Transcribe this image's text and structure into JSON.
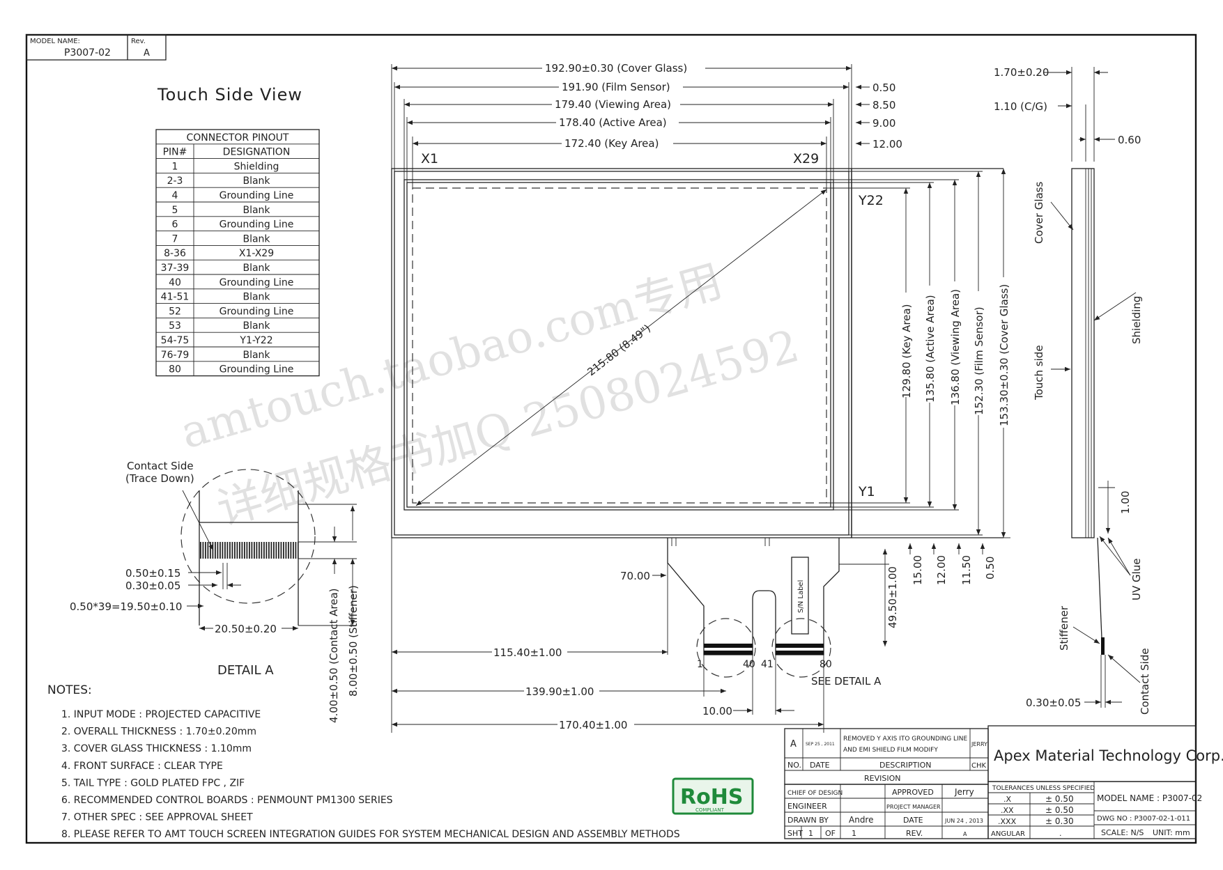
{
  "title_block_top": {
    "model_name_label": "MODEL NAME:",
    "model_name_value": "P3007-02",
    "rev_label": "Rev.",
    "rev_value": "A"
  },
  "view_title": "Touch Side View",
  "pinout": {
    "title": "CONNECTOR PINOUT",
    "headers": [
      "PIN#",
      "DESIGNATION"
    ],
    "rows": [
      [
        "1",
        "Shielding"
      ],
      [
        "2-3",
        "Blank"
      ],
      [
        "4",
        "Grounding Line"
      ],
      [
        "5",
        "Blank"
      ],
      [
        "6",
        "Grounding Line"
      ],
      [
        "7",
        "Blank"
      ],
      [
        "8-36",
        "X1-X29"
      ],
      [
        "37-39",
        "Blank"
      ],
      [
        "40",
        "Grounding Line"
      ],
      [
        "41-51",
        "Blank"
      ],
      [
        "52",
        "Grounding Line"
      ],
      [
        "53",
        "Blank"
      ],
      [
        "54-75",
        "Y1-Y22"
      ],
      [
        "76-79",
        "Blank"
      ],
      [
        "80",
        "Grounding Line"
      ]
    ]
  },
  "top_dims": {
    "cover_glass": "192.90±0.30 (Cover Glass)",
    "film_sensor": "191.90 (Film Sensor)",
    "viewing_area": "179.40 (Viewing Area)",
    "active_area": "178.40 (Active Area)",
    "key_area": "172.40 (Key Area)",
    "off_050": "0.50",
    "off_850": "8.50",
    "off_900": "9.00",
    "off_1200": "12.00"
  },
  "axis_labels": {
    "x1": "X1",
    "x29": "X29",
    "y22": "Y22",
    "y1": "Y1"
  },
  "diagonal": "215.80 (8.49\")",
  "right_dims": {
    "key_area": "129.80 (Key Area)",
    "active_area": "135.80 (Active Area)",
    "viewing_area": "136.80 (Viewing Area)",
    "film_sensor": "152.30 (Film Sensor)",
    "cover_glass": "153.30±0.30 (Cover Glass)"
  },
  "bottom_dims": {
    "d4950": "49.50±1.00",
    "d1500": "15.00",
    "d1200": "12.00",
    "d1150": "11.50",
    "d050": "0.50",
    "d7000": "70.00",
    "d11540": "115.40±1.00",
    "d13990": "139.90±1.00",
    "d1000": "10.00",
    "d17040": "170.40±1.00",
    "pin_1": "1",
    "pin_40": "40",
    "pin_41": "41",
    "pin_80": "80",
    "see_detail": "SEE DETAIL A",
    "sn_label": "S/N Label"
  },
  "side_view": {
    "thickness": "1.70±0.20",
    "cg": "1.10 (C/G)",
    "d060": "0.60",
    "cover_glass": "Cover Glass",
    "shielding": "Shielding",
    "touch_side": "Touch side",
    "d100": "1.00",
    "uv_glue": "UV Glue",
    "stiffener": "Stiffener",
    "contact_side": "Contact Side",
    "d030": "0.30±0.05"
  },
  "detail_a": {
    "contact_side": "Contact Side",
    "trace_down": "(Trace Down)",
    "d050": "0.50±0.15",
    "d030": "0.30±0.05",
    "pitch": "0.50*39=19.50±0.10",
    "width": "20.50±0.20",
    "contact_area": "4.00±0.50 (Contact Area)",
    "stiffener": "8.00±0.50 (Stiffener)",
    "title": "DETAIL A"
  },
  "notes": {
    "title": "NOTES:",
    "items": [
      "1. INPUT MODE : PROJECTED CAPACITIVE",
      "2. OVERALL THICKNESS : 1.70±0.20mm",
      "3. COVER GLASS THICKNESS : 1.10mm",
      "4. FRONT SURFACE : CLEAR TYPE",
      "5. TAIL TYPE : GOLD PLATED FPC , ZIF",
      "6. RECOMMENDED CONTROL BOARDS : PENMOUNT PM1300 SERIES",
      "7. OTHER SPEC : SEE APPROVAL SHEET",
      "8. PLEASE REFER TO AMT TOUCH SCREEN INTEGRATION GUIDES FOR SYSTEM MECHANICAL DESIGN AND ASSEMBLY METHODS"
    ]
  },
  "rohs": {
    "logo": "RoHS",
    "sub": "COMPLIANT"
  },
  "watermark": {
    "line1": "amtouch.taobao.com专用",
    "line2": "详细规格书加Q 2508024592"
  },
  "title_block": {
    "rev_letter": "A",
    "rev_date": "SEP 25 , 2011",
    "rev_desc_1": "REMOVED Y AXIS ITO GROUNDING LINE",
    "rev_desc_2": "AND EMI SHIELD FILM MODIFY",
    "rev_chk": "JERRY",
    "no": "NO.",
    "date": "DATE",
    "description": "DESCRIPTION",
    "chk": "CHK",
    "revision": "REVISION",
    "chief": "CHIEF OF DESIGN",
    "approved": "APPROVED",
    "approved_name": "Jerry",
    "engineer": "ENGINEER",
    "project_manager": "PROJECT MANAGER",
    "drawn_by": "DRAWN BY",
    "drawn_name": "Andre",
    "date_label": "DATE",
    "date_value": "JUN 24 , 2013",
    "sht": "SHT",
    "sht_no": "1",
    "of": "OF",
    "of_no": "1",
    "rev": "REV.",
    "rev_val": "A",
    "company": "Apex Material Technology Corp.",
    "tolerances": "TOLERANCES UNLESS SPECIFIED",
    "tol_x": ".X",
    "tol_x_val": "± 0.50",
    "tol_xx": ".XX",
    "tol_xx_val": "± 0.50",
    "tol_xxx": ".XXX",
    "tol_xxx_val": "± 0.30",
    "angular": "ANGULAR",
    "angular_val": ".",
    "model_name": "MODEL NAME : P3007-02",
    "dwg_no": "DWG NO : P3007-02-1-011",
    "scale": "SCALE: N/S",
    "unit": "UNIT: mm"
  }
}
